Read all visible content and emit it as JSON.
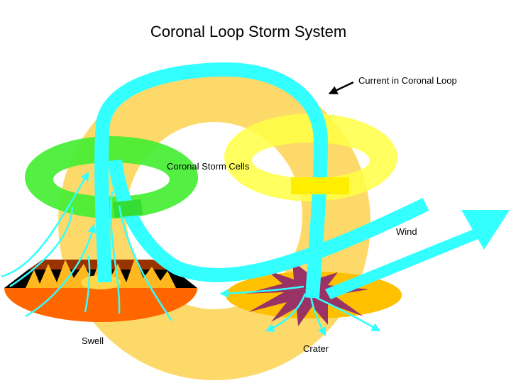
{
  "diagram": {
    "title": "Coronal Loop Storm System",
    "labels": {
      "current": "Current in Coronal Loop",
      "storm_cells": "Coronal Storm Cells",
      "wind": "Wind",
      "swell": "Swell",
      "crater": "Crater"
    },
    "colors": {
      "loop": "#FDD96A",
      "current": "#33FFFF",
      "green_cell": "#44EE33",
      "yellow_cell": "#FFFF44",
      "swell_base": "#FF6600",
      "swell_dark": "#000000",
      "swell_brown": "#993300",
      "swell_gold": "#FFB820",
      "crater_base": "#FFC000",
      "crater_spikes": "#993366",
      "arrow": "#000000"
    }
  }
}
